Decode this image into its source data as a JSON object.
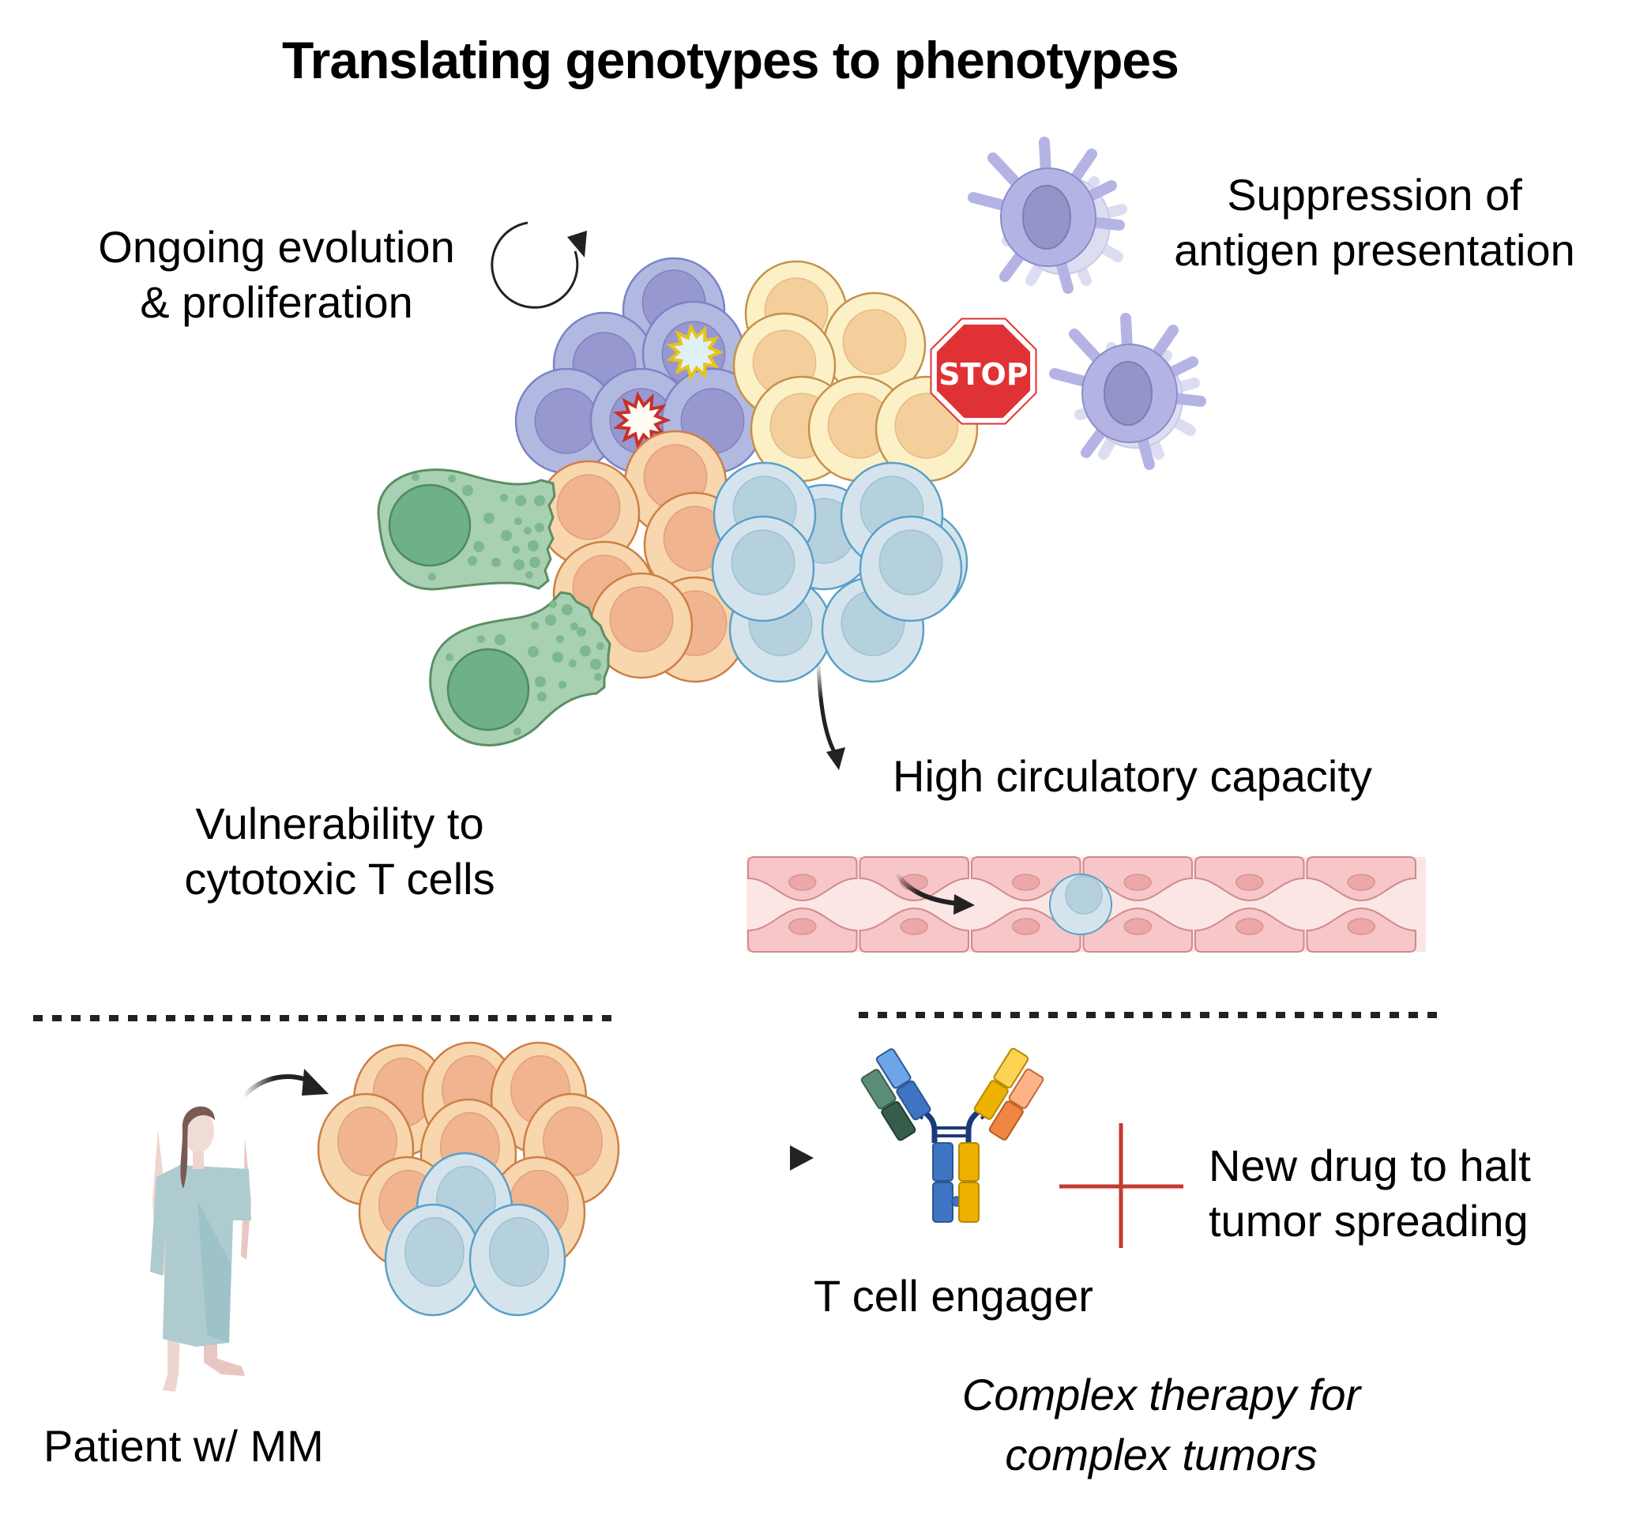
{
  "title": "Translating genotypes to phenotypes",
  "labels": {
    "evolution": [
      "Ongoing evolution",
      "& proliferation"
    ],
    "antigen": [
      "Suppression of",
      "antigen presentation"
    ],
    "vulnerability": [
      "Vulnerability to",
      "cytotoxic T cells"
    ],
    "circulatory": "High circulatory capacity",
    "patient": "Patient w/ MM",
    "engager": "T cell engager",
    "new_drug": [
      "New drug to halt",
      "tumor spreading"
    ],
    "conclusion": [
      "Complex therapy for",
      "complex tumors"
    ],
    "stop_sign": "STOP"
  },
  "icons": {
    "cycle": "circular-arrow-icon",
    "stop": "stop-sign-icon",
    "plus": "plus-icon",
    "antibody": "bispecific-antibody-icon",
    "patient": "patient-figure-icon",
    "vessel": "blood-vessel-icon"
  },
  "colors": {
    "purple_cell": "#b1b9e0",
    "purple_nucleus": "#9898d0",
    "yellow_cell": "#fcf0c6",
    "yellow_nucleus": "#f5cf9b",
    "orange_cell": "#f8d6ae",
    "orange_nucleus": "#f0b48e",
    "blue_cell": "#d5e4ec",
    "blue_nucleus": "#b5d1de",
    "green_cell": "#a8d0b2",
    "green_nucleus": "#6eb088",
    "dendritic": "#b4b4e4",
    "stop_red": "#e03234",
    "plus_red": "#c53a32",
    "vessel": "#fbe6e5"
  }
}
